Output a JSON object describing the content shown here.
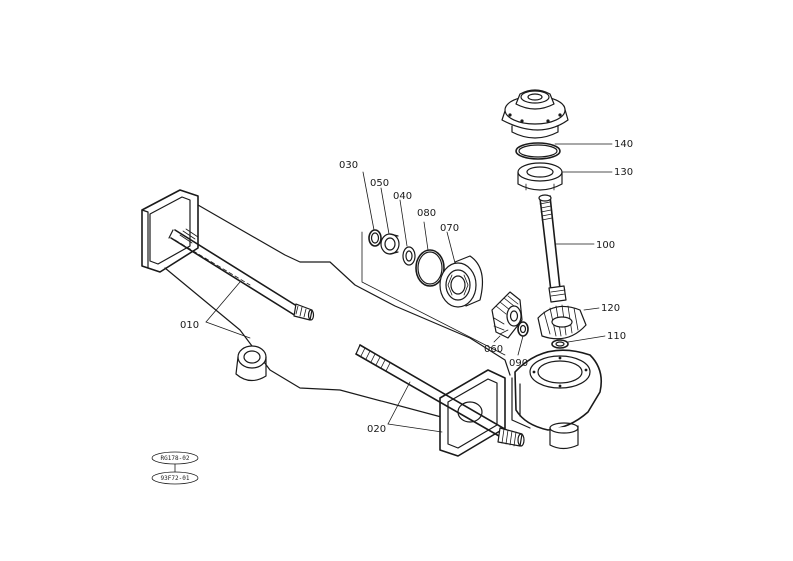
{
  "callouts": {
    "p010": "010",
    "p020": "020",
    "p030": "030",
    "p040": "040",
    "p050": "050",
    "p060": "060",
    "p070": "070",
    "p080": "080",
    "p090": "090",
    "p100": "100",
    "p110": "110",
    "p120": "120",
    "p130": "130",
    "p140": "140"
  },
  "reference_codes": {
    "upper": "RG178-02",
    "lower": "93F72-01"
  }
}
